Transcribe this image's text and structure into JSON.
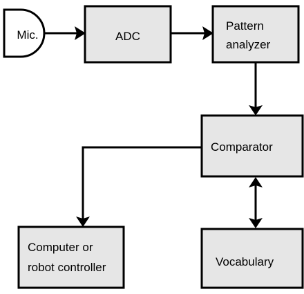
{
  "diagram": {
    "box_fill": "#e6e6e6",
    "line_color": "#000000",
    "nodes": {
      "mic": {
        "label": "Mic."
      },
      "adc": {
        "label": "ADC"
      },
      "pattern_analyzer": {
        "line1": "Pattern",
        "line2": "analyzer"
      },
      "comparator": {
        "label": "Comparator"
      },
      "computer": {
        "line1": "Computer or",
        "line2": "robot controller"
      },
      "vocabulary": {
        "label": "Vocabulary"
      }
    }
  }
}
